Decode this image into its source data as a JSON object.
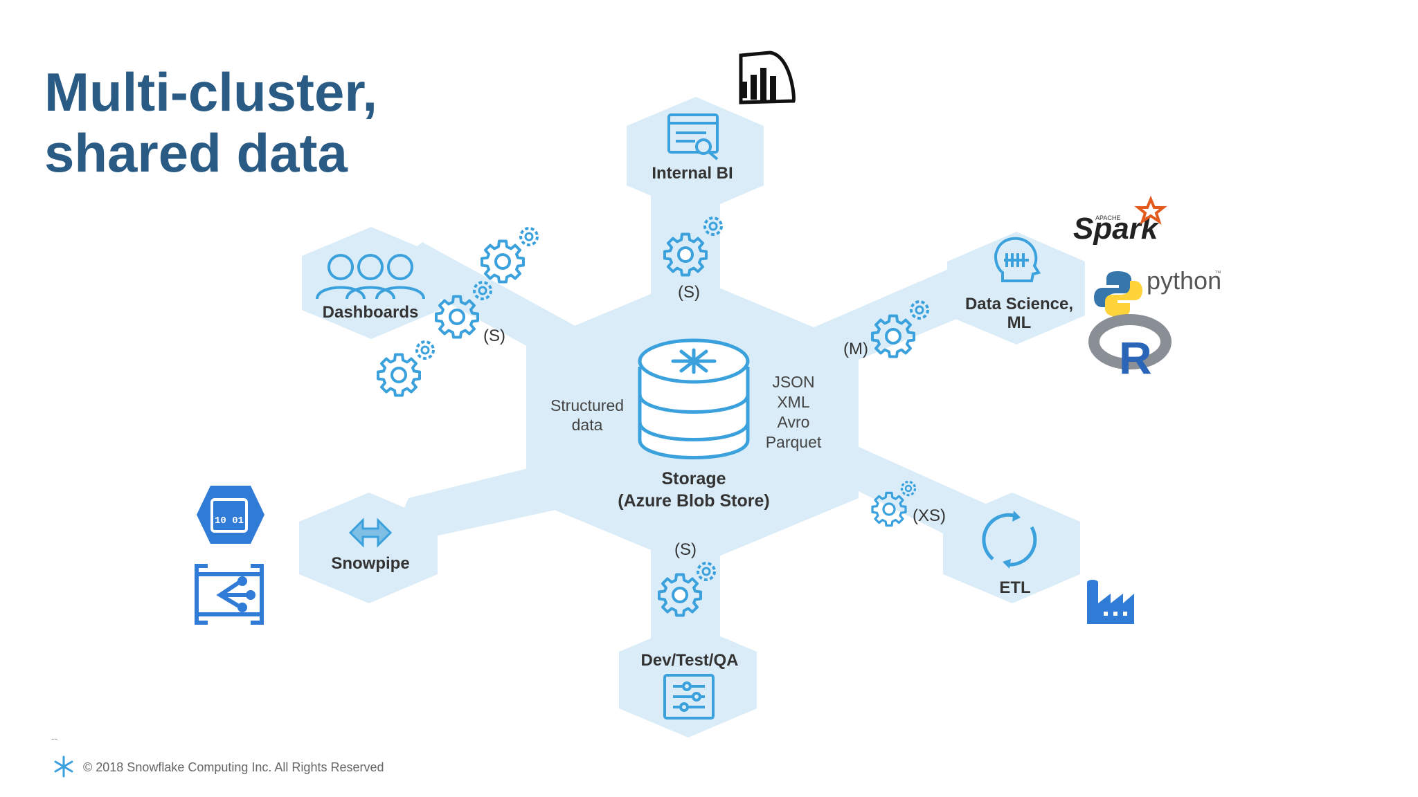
{
  "title_line1": "Multi-cluster,",
  "title_line2": "shared data",
  "footer": "© 2018 Snowflake Computing Inc. All Rights Reserved",
  "footer_dash": "--",
  "center": {
    "label_line1": "Storage",
    "label_line2": "(Azure Blob Store)",
    "left_line1": "Structured",
    "left_line2": "data",
    "right_formats": [
      "JSON",
      "XML",
      "Avro",
      "Parquet"
    ]
  },
  "nodes": {
    "internal_bi": "Internal BI",
    "dashboards": "Dashboards",
    "data_science_line1": "Data Science,",
    "data_science_line2": "ML",
    "snowpipe": "Snowpipe",
    "etl": "ETL",
    "devtest": "Dev/Test/QA"
  },
  "warehouse_sizes": {
    "top": "(S)",
    "upper_left": "(S)",
    "upper_right": "(M)",
    "lower_right": "(XS)",
    "bottom": "(S)"
  },
  "logos": {
    "spark_small": "APACHE",
    "spark": "Spark",
    "python": "python",
    "python_tm": "™",
    "r": "R",
    "binary": "10 01"
  },
  "colors": {
    "title": "#2a5b84",
    "hex_fill": "#daecf8",
    "icon_blue": "#3aa1dd",
    "dark_text": "#333333",
    "azure_blue": "#3a7fd0"
  }
}
